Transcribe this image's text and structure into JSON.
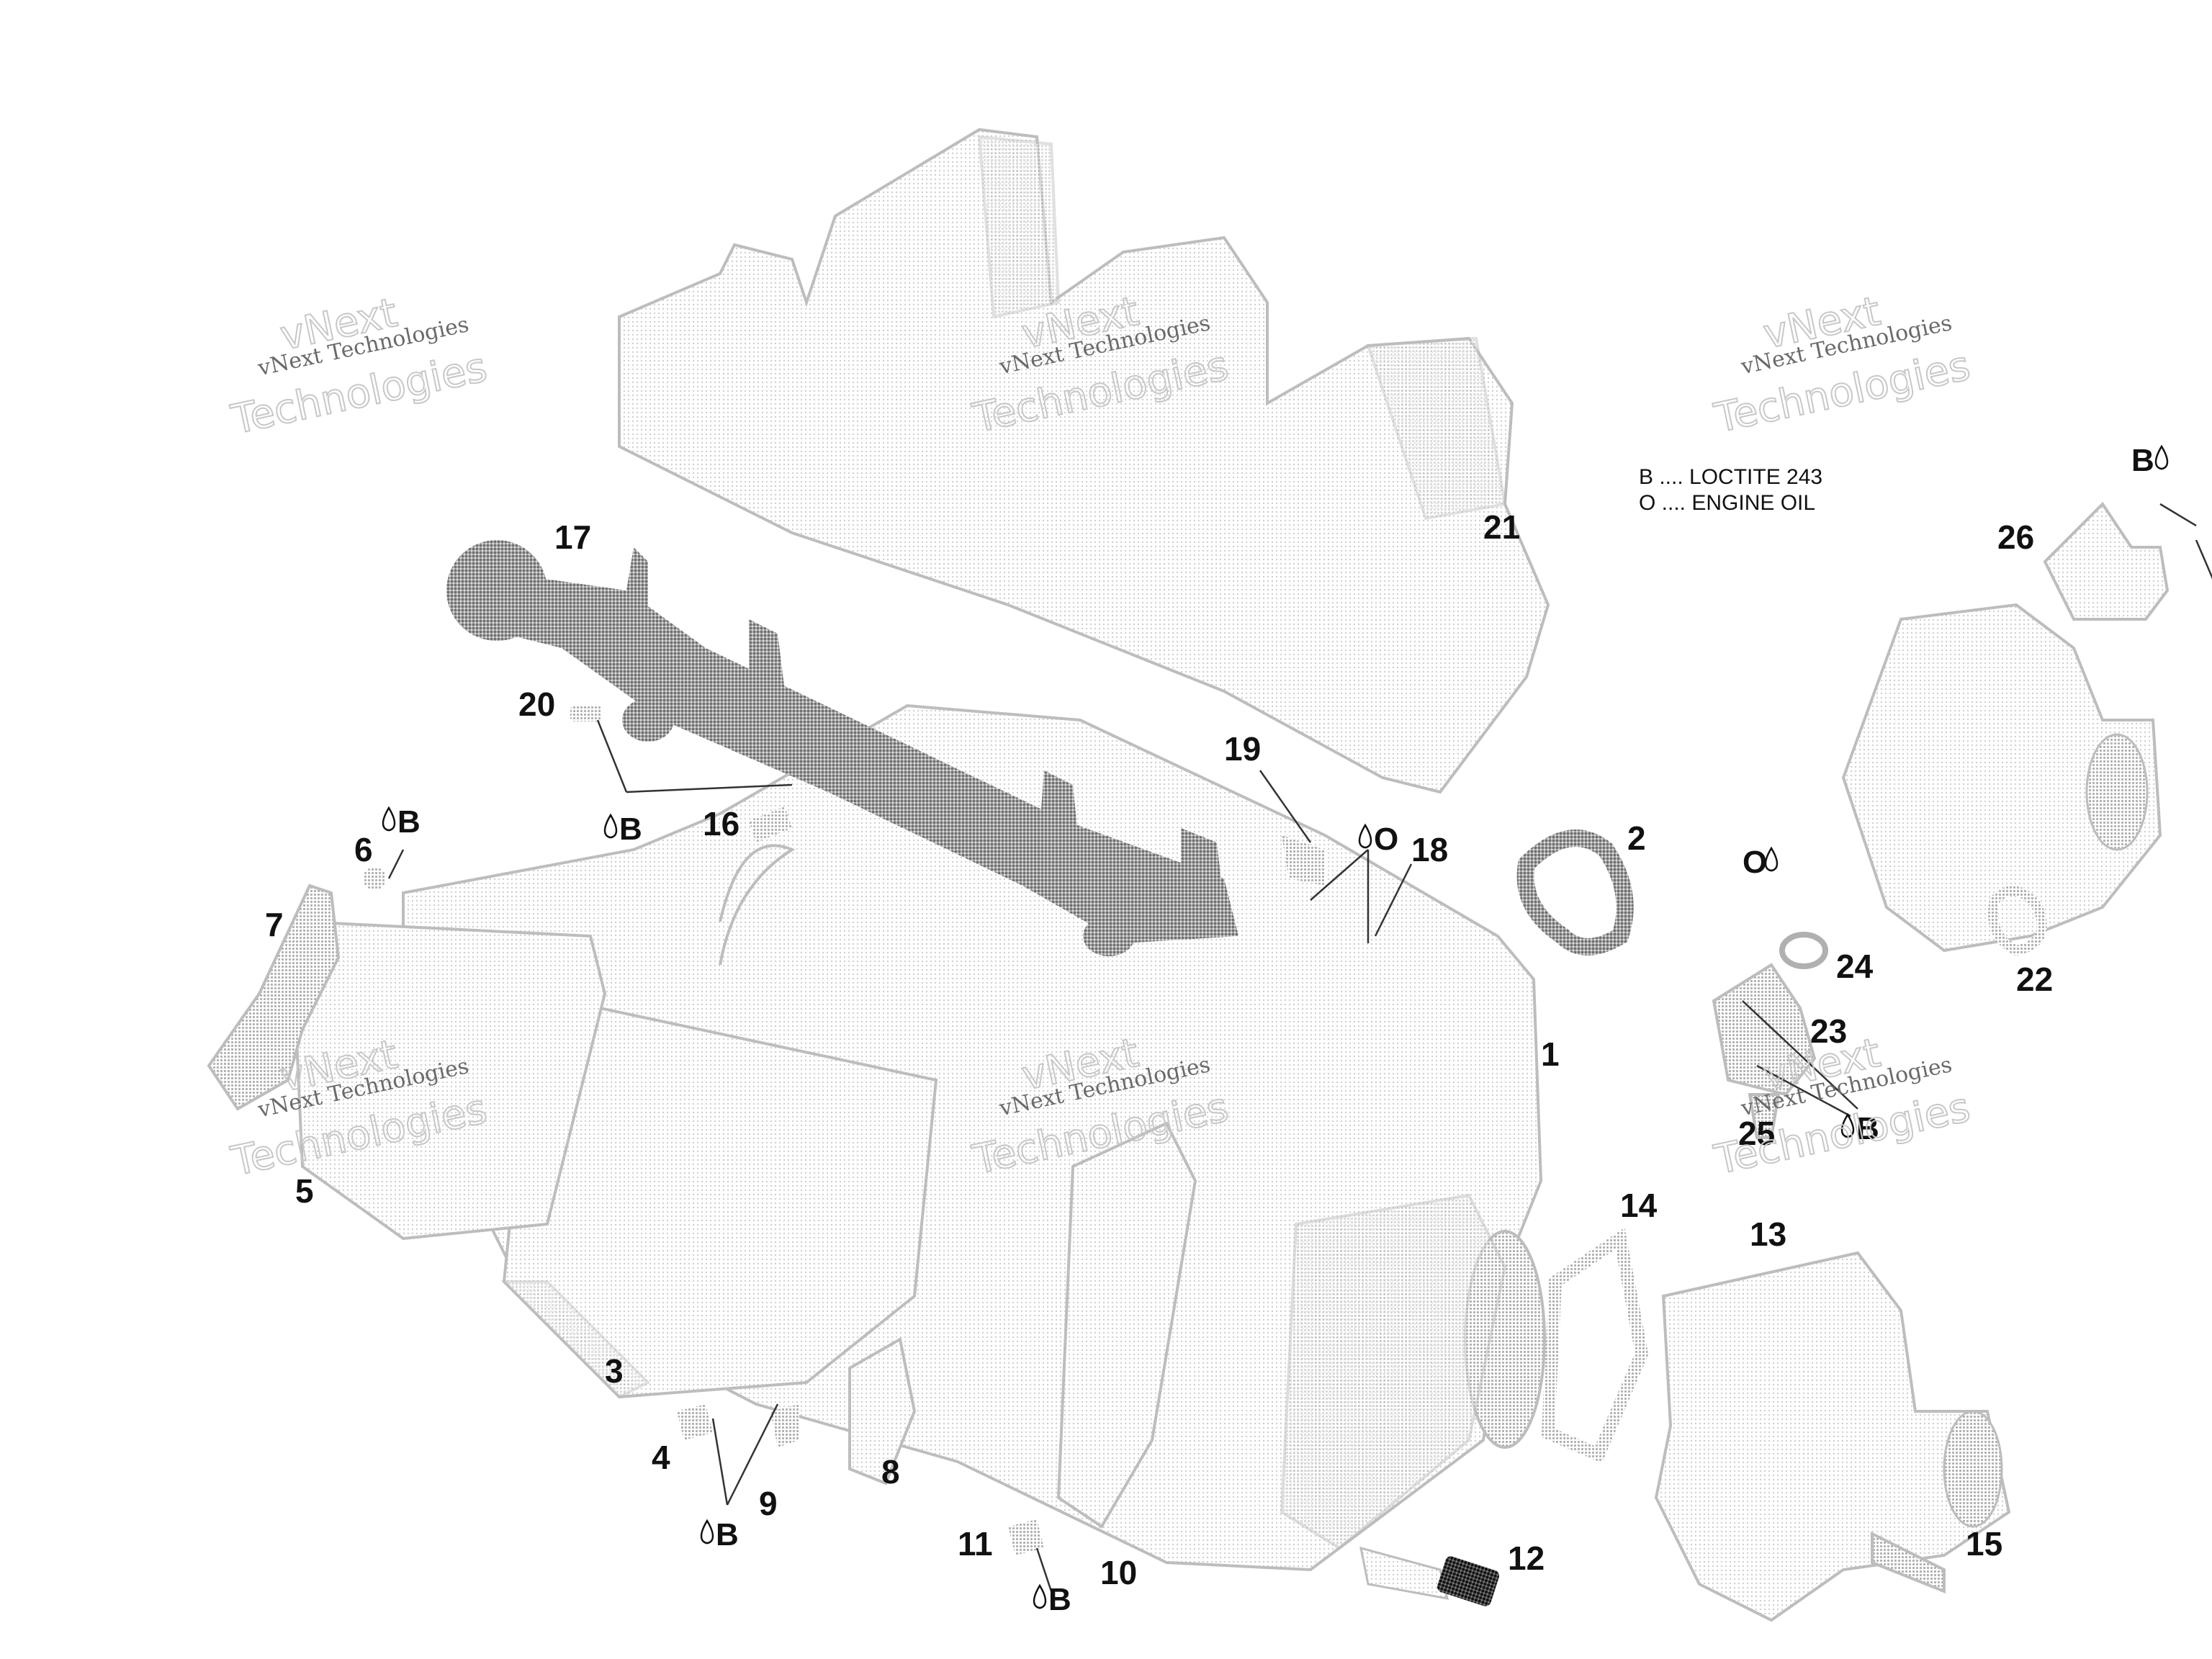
{
  "colors": {
    "background": "#ffffff",
    "part_fill_light": "url(#dotLight)",
    "part_fill_mid": "url(#dotMid)",
    "part_fill_dark": "url(#dotDark)",
    "text": "#111111"
  },
  "legend": {
    "line_b": "B .... LOCTITE 243",
    "line_o": "O .... ENGINE OIL"
  },
  "watermark": {
    "line1": "vNext Technologies",
    "line2": "vNext",
    "line3": "Technologies"
  },
  "callouts": [
    "1",
    "2",
    "3",
    "4",
    "5",
    "6",
    "7",
    "8",
    "9",
    "10",
    "11",
    "12",
    "13",
    "14",
    "15",
    "16",
    "17",
    "18",
    "19",
    "20",
    "21",
    "22",
    "23",
    "24",
    "25",
    "26"
  ],
  "markers": {
    "b": "B",
    "o": "O",
    "drop_icon": "droplet-icon"
  }
}
